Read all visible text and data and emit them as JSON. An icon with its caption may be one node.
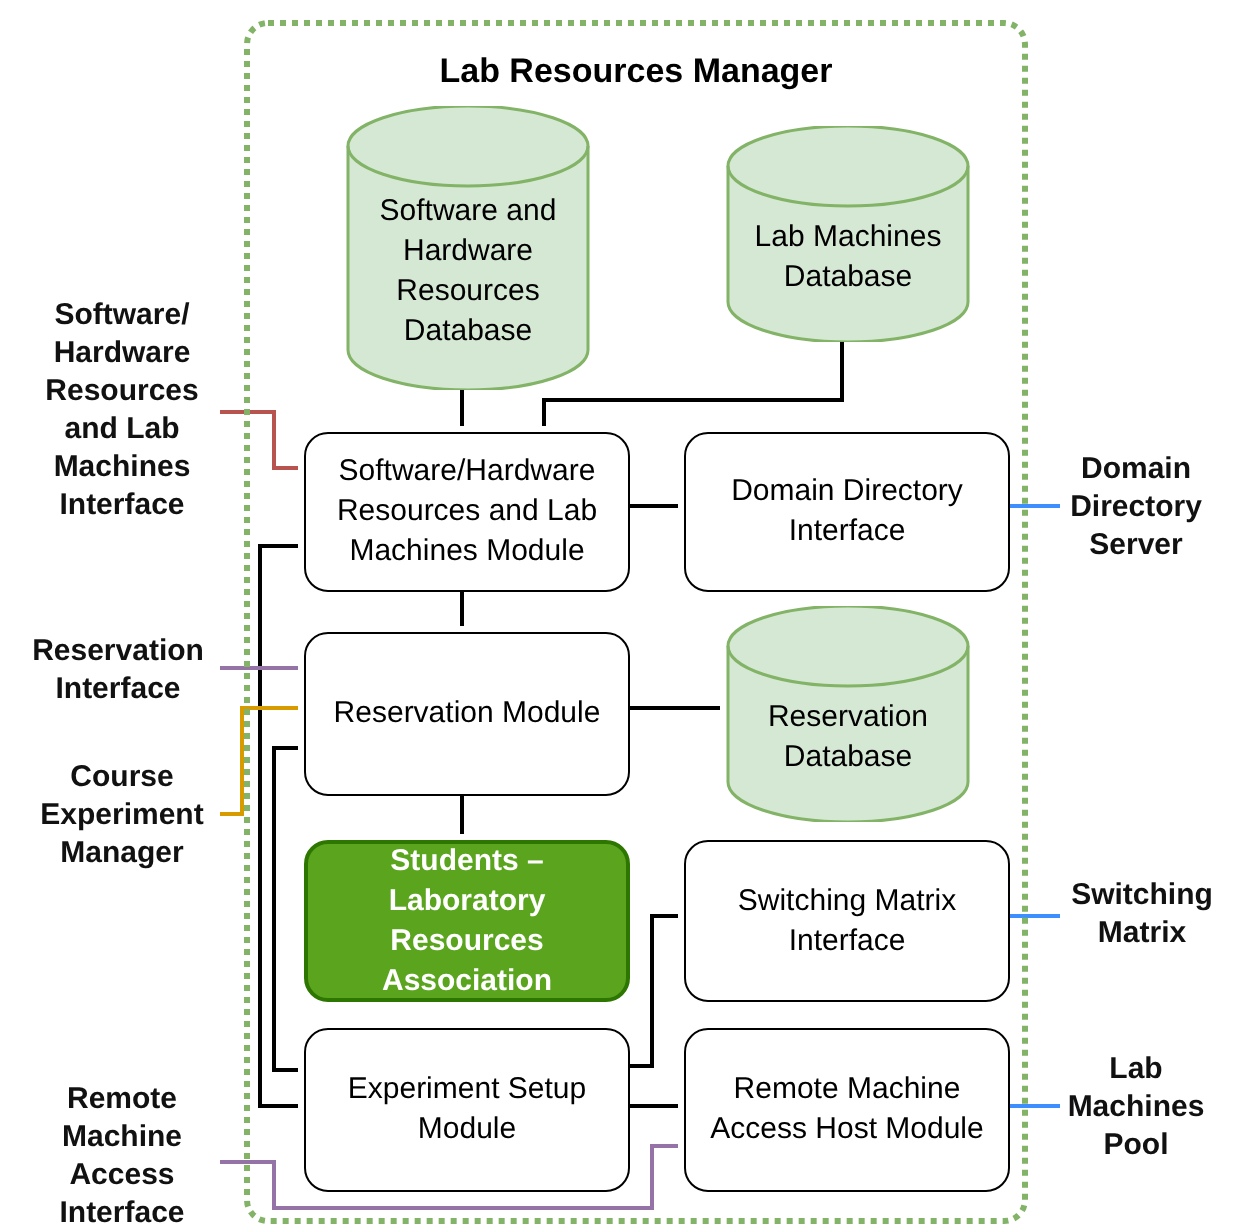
{
  "diagram": {
    "nodes": [
      {
        "text": [
          "Lab Resources Manager"
        ]
      },
      {
        "text": [
          "Software and Hardware Resources Database"
        ],
        "in": 0
      },
      {
        "text": [
          "Lab Machines Database"
        ],
        "in": 0
      },
      {
        "text": [
          "Software/Hardware Resources and Lab Machines Module"
        ],
        "in": 0
      },
      {
        "text": [
          "Domain Directory Interface"
        ],
        "in": 0
      },
      {
        "text": [
          "Reservation Module"
        ],
        "in": 0
      },
      {
        "text": [
          "Reservation Database"
        ],
        "in": 0
      },
      {
        "text": [
          "Students – Laboratory Resources Association"
        ],
        "in": 0
      },
      {
        "text": [
          "Switching Matrix Interface"
        ],
        "in": 0
      },
      {
        "text": [
          "Experiment Setup Module"
        ],
        "in": 0
      },
      {
        "text": [
          "Remote Machine Access Host Module"
        ],
        "in": 0
      },
      {
        "text": [
          "Software/ Hardware Resources and Lab Machines Interface"
        ]
      },
      {
        "text": [
          "Domain Directory Server"
        ]
      },
      {
        "text": [
          "Reservation Interface"
        ]
      },
      {
        "text": [
          "Course Experiment Manager"
        ]
      },
      {
        "text": [
          "Switching Matrix"
        ]
      },
      {
        "text": [
          "Lab Machines Pool"
        ]
      },
      {
        "text": [
          "Remote Machine Access Interface"
        ]
      }
    ],
    "edges": [
      {
        "from": 1,
        "to": 3,
        "arrow": "none"
      },
      {
        "from": 2,
        "to": 3,
        "arrow": "none"
      },
      {
        "from": 3,
        "to": 4,
        "arrow": "none"
      },
      {
        "from": 3,
        "to": 5,
        "arrow": "none"
      },
      {
        "from": 3,
        "to": 9,
        "arrow": "none"
      },
      {
        "from": 5,
        "to": 6,
        "arrow": "none"
      },
      {
        "from": 5,
        "to": 7,
        "arrow": "none"
      },
      {
        "from": 5,
        "to": 9,
        "arrow": "none"
      },
      {
        "from": 8,
        "to": 9,
        "arrow": "none"
      },
      {
        "from": 9,
        "to": 10,
        "arrow": "none"
      },
      {
        "from": 11,
        "to": 3,
        "arrow": "none",
        "color": "#b85450"
      },
      {
        "from": 4,
        "to": 12,
        "arrow": "none",
        "color": "#3d8fff"
      },
      {
        "from": 13,
        "to": 5,
        "arrow": "none",
        "color": "#9673a6"
      },
      {
        "from": 14,
        "to": 5,
        "arrow": "none",
        "color": "#d79b00"
      },
      {
        "from": 8,
        "to": 15,
        "arrow": "none",
        "color": "#3d8fff"
      },
      {
        "from": 10,
        "to": 16,
        "arrow": "none",
        "color": "#3d8fff"
      },
      {
        "from": 17,
        "to": 10,
        "arrow": "none",
        "color": "#9673a6"
      }
    ]
  }
}
